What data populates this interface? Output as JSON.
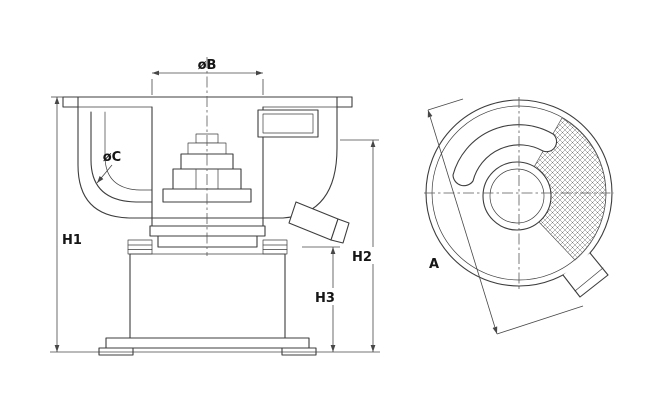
{
  "drawing": {
    "labels": {
      "diameter_b": "øB",
      "diameter_c": "øC",
      "height_h1": "H1",
      "height_h2": "H2",
      "height_h3": "H3",
      "dim_a": "A"
    },
    "colors": {
      "line": "#3d3d3d",
      "background": "#ffffff"
    }
  }
}
